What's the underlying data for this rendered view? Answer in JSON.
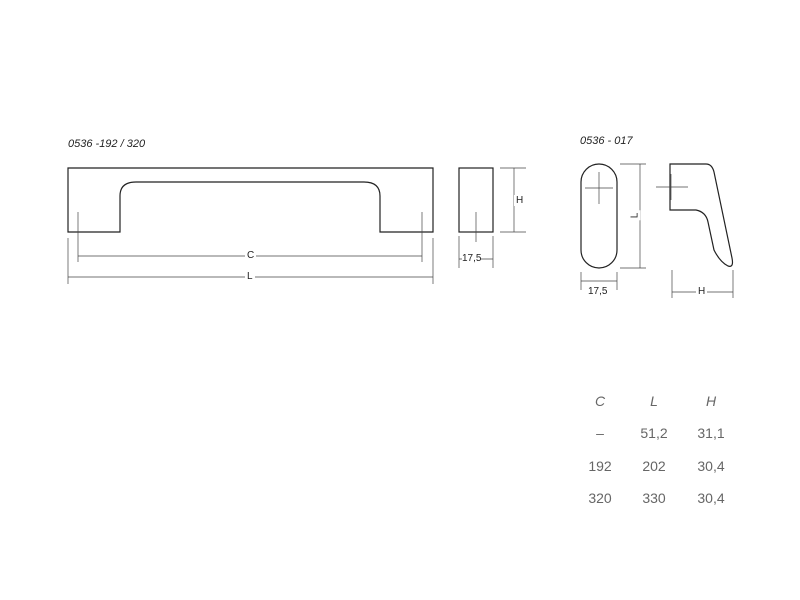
{
  "handle_long": {
    "model": "0536 -192 / 320",
    "dim_c": "C",
    "dim_l": "L",
    "dim_h": "H",
    "dim_width": "17,5"
  },
  "handle_short": {
    "model": "0536 - 017",
    "dim_l": "L",
    "dim_h": "H",
    "dim_width": "17,5"
  },
  "table": {
    "headers": [
      "C",
      "L",
      "H"
    ],
    "rows": [
      [
        "–",
        "51,2",
        "31,1"
      ],
      [
        "192",
        "202",
        "30,4"
      ],
      [
        "320",
        "330",
        "30,4"
      ]
    ]
  }
}
